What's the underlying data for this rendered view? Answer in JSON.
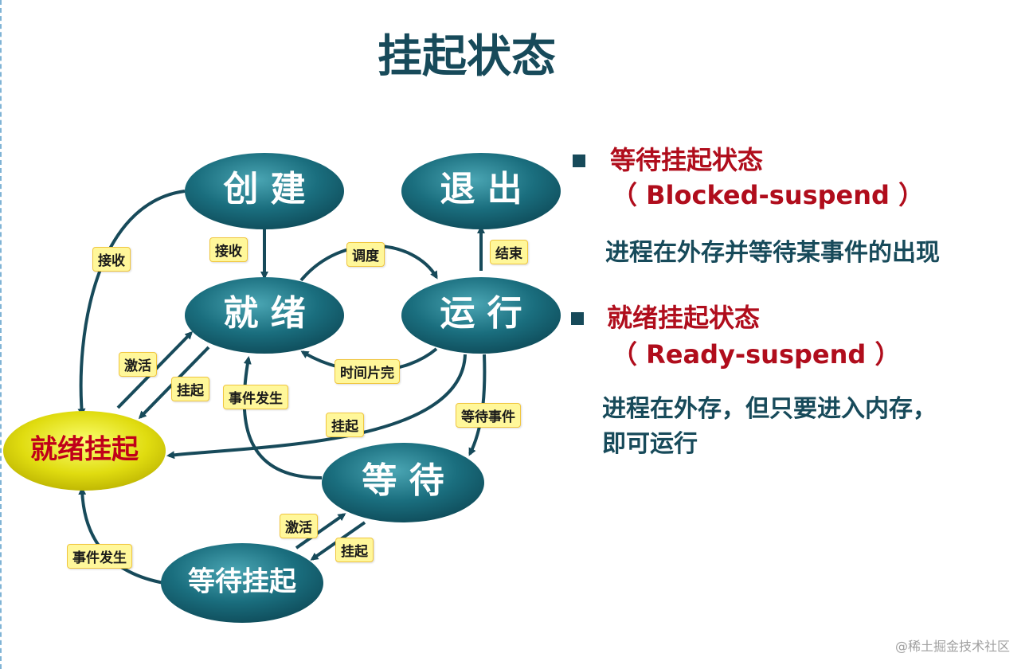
{
  "title": "挂起状态",
  "nodes": {
    "create": "创 建",
    "exit": "退 出",
    "ready": "就 绪",
    "running": "运 行",
    "waiting": "等 待",
    "ready_suspend": "就绪挂起",
    "blocked_suspend": "等待挂起"
  },
  "edges": {
    "create_to_ready": "接收",
    "create_to_ready_suspend": "接收",
    "dispatch": "调度",
    "finish": "结束",
    "timeout": "时间片完",
    "event_occurs_wait_to_ready": "事件发生",
    "wait_event": "等待事件",
    "activate_ready": "激活",
    "suspend_ready": "挂起",
    "suspend_running": "挂起",
    "activate_wait": "激活",
    "suspend_wait": "挂起",
    "event_occurs_suspended": "事件发生"
  },
  "definitions": [
    {
      "title": "等待挂起状态",
      "subtitle": "（ Blocked-suspend ）",
      "description": "进程在外存并等待某事件的出现"
    },
    {
      "title": "就绪挂起状态",
      "subtitle": "（ Ready-suspend ）",
      "description_line1": "进程在外存，但只要进入内存，",
      "description_line2": "即可运行"
    }
  ],
  "watermark": "@稀土掘金技术社区",
  "colors": {
    "node": "#1a6e7e",
    "node_highlight": "#3a9aaa",
    "arrow": "#174a5a",
    "label_bg": "#fff79a",
    "suspend_fill": "#e6e020",
    "title_red": "#b00d1c",
    "text_dark": "#174a5a"
  }
}
